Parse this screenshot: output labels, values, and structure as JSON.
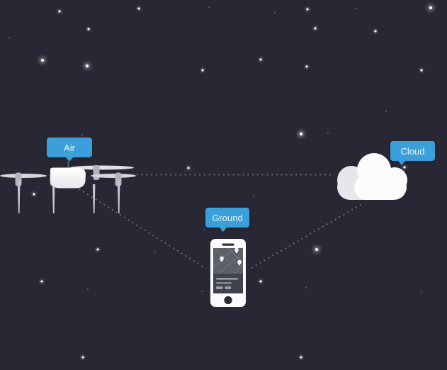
{
  "scene": {
    "background_color": "#272834",
    "accent_color": "#3b9fd9",
    "link_color": "#8b8c94",
    "star_bright_color": "#ffffff",
    "star_dim_color": "#62636e"
  },
  "nodes": {
    "air": {
      "label": "Air",
      "icon": "drone-icon"
    },
    "ground": {
      "label": "Ground",
      "icon": "smartphone-icon"
    },
    "cloud": {
      "label": "Cloud",
      "icon": "cloud-icon"
    }
  },
  "connections": [
    {
      "from": "Air",
      "to": "Cloud",
      "style": "dotted"
    },
    {
      "from": "Air",
      "to": "Ground",
      "style": "dotted"
    },
    {
      "from": "Ground",
      "to": "Cloud",
      "style": "dotted"
    }
  ],
  "stars": [
    [
      84,
      16,
      1
    ],
    [
      196,
      12,
      1
    ],
    [
      295,
      10,
      0
    ],
    [
      434,
      13,
      1
    ],
    [
      503,
      12,
      0
    ],
    [
      608,
      11,
      2
    ],
    [
      13,
      53,
      0
    ],
    [
      125,
      41,
      1
    ],
    [
      388,
      18,
      0
    ],
    [
      445,
      40,
      1
    ],
    [
      530,
      44,
      1
    ],
    [
      116,
      190,
      0
    ],
    [
      60,
      85,
      2
    ],
    [
      123,
      93,
      2
    ],
    [
      286,
      99,
      1
    ],
    [
      368,
      84,
      1
    ],
    [
      433,
      94,
      1
    ],
    [
      595,
      99,
      1
    ],
    [
      545,
      157,
      0
    ],
    [
      425,
      189,
      2
    ],
    [
      266,
      237,
      1
    ],
    [
      571,
      236,
      1
    ],
    [
      463,
      188,
      0
    ],
    [
      358,
      276,
      0
    ],
    [
      48,
      274,
      1
    ],
    [
      138,
      352,
      1
    ],
    [
      219,
      355,
      0
    ],
    [
      288,
      324,
      0
    ],
    [
      313,
      325,
      0
    ],
    [
      447,
      352,
      2
    ],
    [
      59,
      397,
      1
    ],
    [
      124,
      408,
      0
    ],
    [
      285,
      411,
      0
    ],
    [
      368,
      397,
      1
    ],
    [
      432,
      406,
      0
    ],
    [
      595,
      412,
      0
    ],
    [
      117,
      504,
      1
    ],
    [
      425,
      504,
      1
    ]
  ]
}
